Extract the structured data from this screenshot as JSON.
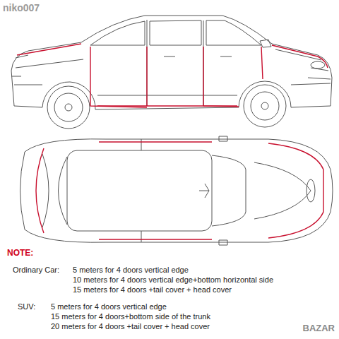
{
  "diagram": {
    "labels": [
      "niko007",
      "NOTE:",
      "Ordinary Car:",
      "5 meters for 4 doors vertical edge",
      "10 meters for 4 doors vertical edge+bottom horizontal side",
      "15 meters for 4 doors +tail cover + head cover",
      "SUV:",
      "5 meters for 4 doors vertical edge",
      "15 meters for 4 doors+bottom side of the trunk",
      "20 meters for 4 doors +tail cover + head cover",
      "BAZAR"
    ]
  }
}
